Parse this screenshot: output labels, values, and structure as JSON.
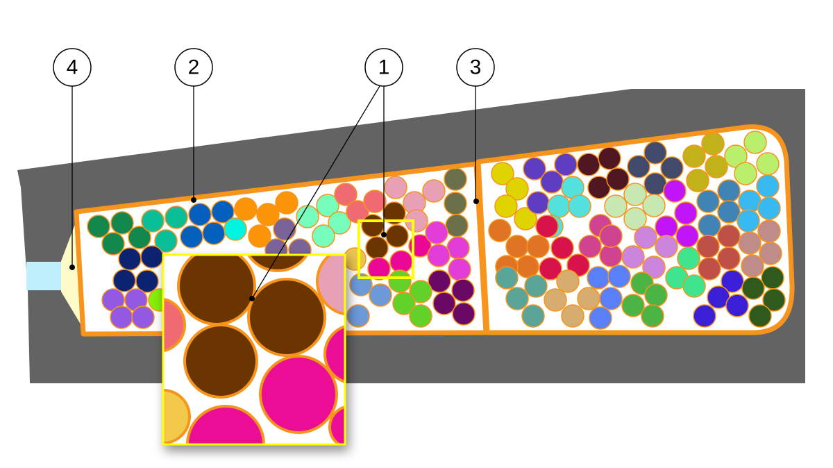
{
  "callouts": [
    {
      "label": "1"
    },
    {
      "label": "2"
    },
    {
      "label": "3"
    },
    {
      "label": "4"
    }
  ],
  "colors": {
    "body": "#636363",
    "outline": "#f7941d",
    "tube": "#bfeefc",
    "tip": "#fffbc8",
    "inset_border": "#ffff00"
  }
}
